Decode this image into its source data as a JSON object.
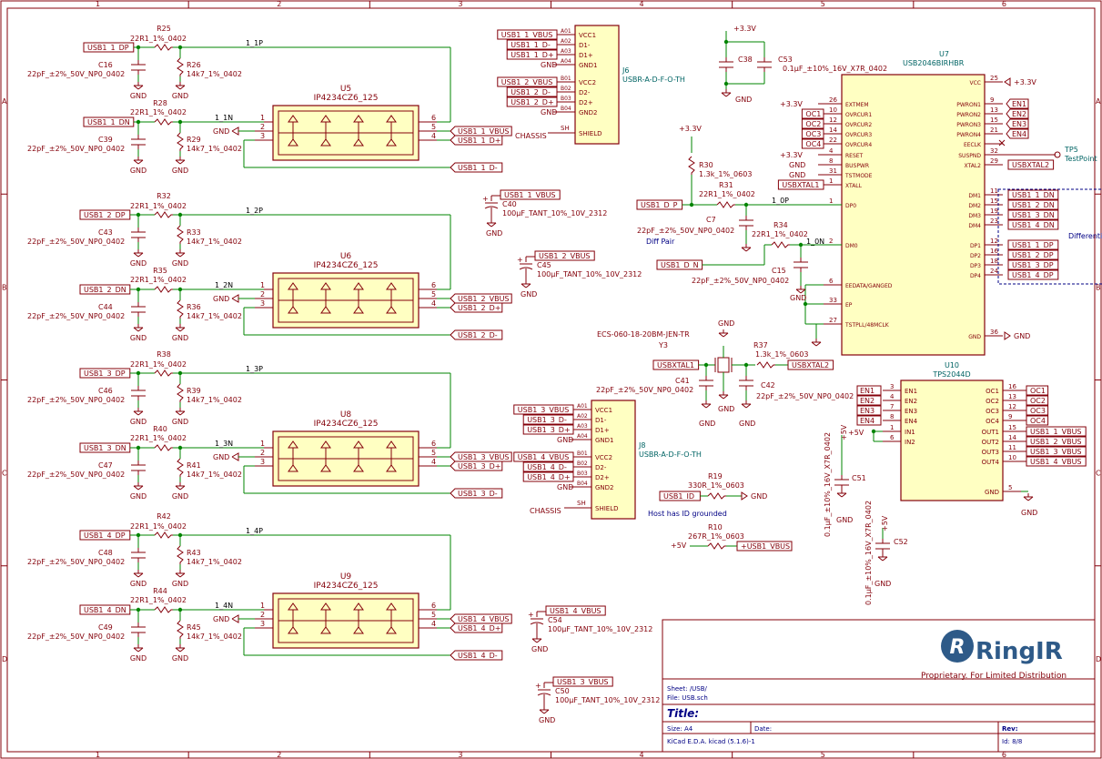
{
  "frame": {
    "columns": [
      "1",
      "2",
      "3",
      "4",
      "5",
      "6"
    ],
    "rows": [
      "A",
      "B",
      "C",
      "D"
    ]
  },
  "title_block": {
    "sheet": "Sheet: /USB/",
    "file": "File: USB.sch",
    "title_label": "Title:",
    "size": "Size: A4",
    "date": "Date:",
    "rev": "Rev:",
    "tool": "KiCad E.D.A.  kicad (5.1.6)-1",
    "id": "Id: 8/8",
    "company": "RingIR",
    "company_mark": "R",
    "notice": "Proprietary. For Limited Distribution"
  },
  "ports": [
    {
      "idx": "1",
      "dp": "USB1_1_DP",
      "dn": "USB1_1_DN",
      "c_top": "C16",
      "r_ser_top": "R25",
      "r_pd_top": "R26",
      "c_bot": "C39",
      "r_ser_bot": "R28",
      "r_pd_bot": "R29",
      "net_p": "1_1P",
      "net_n": "1_1N",
      "esd": "U5",
      "esd_part": "IP4234CZ6_125",
      "vbus": "USB1_1_VBUS",
      "dplus": "USB1_1_D+",
      "dminus": "USB1_1_D-"
    },
    {
      "idx": "2",
      "dp": "USB1_2_DP",
      "dn": "USB1_2_DN",
      "c_top": "C43",
      "r_ser_top": "R32",
      "r_pd_top": "R33",
      "c_bot": "C44",
      "r_ser_bot": "R35",
      "r_pd_bot": "R36",
      "net_p": "1_2P",
      "net_n": "1_2N",
      "esd": "U6",
      "esd_part": "IP4234CZ6_125",
      "vbus": "USB1_2_VBUS",
      "dplus": "USB1_2_D+",
      "dminus": "USB1_2_D-"
    },
    {
      "idx": "3",
      "dp": "USB1_3_DP",
      "dn": "USB1_3_DN",
      "c_top": "C46",
      "r_ser_top": "R38",
      "r_pd_top": "R39",
      "c_bot": "C47",
      "r_ser_bot": "R40",
      "r_pd_bot": "R41",
      "net_p": "1_3P",
      "net_n": "1_3N",
      "esd": "U8",
      "esd_part": "IP4234CZ6_125",
      "vbus": "USB1_3_VBUS",
      "dplus": "USB1_3_D+",
      "dminus": "USB1_3_D-"
    },
    {
      "idx": "4",
      "dp": "USB1_4_DP",
      "dn": "USB1_4_DN",
      "c_top": "C48",
      "r_ser_top": "R42",
      "r_pd_top": "R43",
      "c_bot": "C49",
      "r_ser_bot": "R44",
      "r_pd_bot": "R45",
      "net_p": "1_4P",
      "net_n": "1_4N",
      "esd": "U9",
      "esd_part": "IP4234CZ6_125",
      "vbus": "USB1_4_VBUS",
      "dplus": "USB1_4_D+",
      "dminus": "USB1_4_D-"
    }
  ],
  "values": {
    "cap22p": "22pF_±2%_50V_NP0_0402",
    "r22": "22R1_1%_0402",
    "r14k": "14k7_1%_0402",
    "tant": "100μF_TANT_10%_10V_2312",
    "cap100n": "0.1μF_±10%_16V_X7R_0402",
    "gnd": "GND",
    "p33": "+3.3V",
    "p5": "+5V",
    "chassis": "CHASSIS"
  },
  "connectors": {
    "j6": {
      "ref": "J6",
      "part": "USBR-A-D-F-O-TH",
      "pins_a": [
        "A01",
        "A02",
        "A03",
        "A04"
      ],
      "pins_b": [
        "B01",
        "B02",
        "B03",
        "B04"
      ],
      "names_a": [
        "VCC1",
        "D1-",
        "D1+",
        "GND1"
      ],
      "names_b": [
        "VCC2",
        "D2-",
        "D2+",
        "GND2"
      ],
      "nets_a": [
        "USB1_1_VBUS",
        "USB1_1_D-",
        "USB1_1_D+",
        "GND"
      ],
      "nets_b": [
        "USB1_2_VBUS",
        "USB1_2_D-",
        "USB1_2_D+",
        "GND"
      ],
      "shield": "SHIELD",
      "shield_pin": "SH"
    },
    "j8": {
      "ref": "J8",
      "part": "USBR-A-D-F-O-TH",
      "pins_a": [
        "A01",
        "A02",
        "A03",
        "A04"
      ],
      "pins_b": [
        "B01",
        "B02",
        "B03",
        "B04"
      ],
      "names_a": [
        "VCC1",
        "D1-",
        "D1+",
        "GND1"
      ],
      "names_b": [
        "VCC2",
        "D2-",
        "D2+",
        "GND2"
      ],
      "nets_a": [
        "USB1_3_VBUS",
        "USB1_3_D-",
        "USB1_3_D+",
        "GND"
      ],
      "nets_b": [
        "USB1_4_VBUS",
        "USB1_4_D-",
        "USB1_4_D+",
        "GND"
      ],
      "shield": "SHIELD",
      "shield_pin": "SH"
    }
  },
  "bulk_caps": [
    {
      "ref": "C40",
      "net": "USB1_1_VBUS"
    },
    {
      "ref": "C45",
      "net": "USB1_2_VBUS"
    },
    {
      "ref": "C54",
      "net": "USB1_4_VBUS"
    },
    {
      "ref": "C50",
      "net": "USB1_3_VBUS"
    }
  ],
  "hub": {
    "ref": "U7",
    "part": "USB2046BIRHBR",
    "left_pins": [
      {
        "pin": "26",
        "name": "EXTMEM",
        "net": "+3.3V"
      },
      {
        "pin": "10",
        "name": "OVRCUR1",
        "net": "OC1"
      },
      {
        "pin": "12",
        "name": "OVRCUR2",
        "net": "OC2"
      },
      {
        "pin": "14",
        "name": "OVRCUR3",
        "net": "OC3"
      },
      {
        "pin": "22",
        "name": "OVRCUR4",
        "net": "OC4"
      },
      {
        "pin": "4",
        "name": "RESET",
        "net": "+3.3V"
      },
      {
        "pin": "8",
        "name": "BUSPWR",
        "net": "GND"
      },
      {
        "pin": "31",
        "name": "TSTMODE",
        "net": "GND"
      },
      {
        "pin": "1",
        "name": "XTALL",
        "net": "USBXTAL1"
      },
      {
        "pin": "1",
        "name": "DP0",
        "net": ""
      },
      {
        "pin": "2",
        "name": "DM0",
        "net": ""
      },
      {
        "pin": "6",
        "name": "EEDATA/GANGED",
        "net": ""
      },
      {
        "pin": "33",
        "name": "EP",
        "net": ""
      },
      {
        "pin": "27",
        "name": "TSTPLL/48MCLK",
        "net": ""
      }
    ],
    "right_pins": [
      {
        "pin": "25",
        "name": "VCC",
        "net": "+3.3V"
      },
      {
        "pin": "9",
        "name": "PWRON1",
        "net": "EN1"
      },
      {
        "pin": "13",
        "name": "PWRON2",
        "net": "EN2"
      },
      {
        "pin": "15",
        "name": "PWRON3",
        "net": "EN3"
      },
      {
        "pin": "21",
        "name": "PWRON4",
        "net": "EN4"
      },
      {
        "pin": "",
        "name": "EECLK",
        "net": ""
      },
      {
        "pin": "32",
        "name": "SUSPND",
        "net": ""
      },
      {
        "pin": "29",
        "name": "XTAL2",
        "net": "USBXTAL2"
      },
      {
        "pin": "11",
        "name": "DM1",
        "net": "USB1_1_DN"
      },
      {
        "pin": "15",
        "name": "DM2",
        "net": "USB1_2_DN"
      },
      {
        "pin": "19",
        "name": "DM3",
        "net": "USB1_3_DN"
      },
      {
        "pin": "23",
        "name": "DM4",
        "net": "USB1_4_DN"
      },
      {
        "pin": "12",
        "name": "DP1",
        "net": "USB1_1_DP"
      },
      {
        "pin": "16",
        "name": "DP2",
        "net": "USB1_2_DP"
      },
      {
        "pin": "18",
        "name": "DP3",
        "net": "USB1_3_DP"
      },
      {
        "pin": "24",
        "name": "DP4",
        "net": "USB1_4_DP"
      },
      {
        "pin": "36",
        "name": "GND",
        "net": "GND"
      }
    ],
    "differential": "Differenti"
  },
  "upstream": {
    "r30": {
      "ref": "R30",
      "val": "1.3k_1%_0603"
    },
    "r31": {
      "ref": "R31",
      "val": "22R1_1%_0402"
    },
    "r34": {
      "ref": "R34",
      "val": "22R1_1%_0402"
    },
    "c7": {
      "ref": "C7",
      "val": "22pF_±2%_50V_NP0_0402"
    },
    "c15": {
      "ref": "C15",
      "val": "22pF_±2%_50V_NP0_0402"
    },
    "net_p": "1_0P",
    "net_n": "1_0N",
    "dp": "USB1_D_P",
    "dn": "USB1_D_N",
    "diff": "Diff Pair",
    "tp": {
      "ref": "TP5",
      "val": "TestPoint"
    }
  },
  "crystal": {
    "ref": "Y3",
    "part": "ECS-060-18-20BM-JEN-TR",
    "r37": {
      "ref": "R37",
      "val": "1.3k_1%_0603"
    },
    "c41": {
      "ref": "C41",
      "val": "22pF_±2%_50V_NP0_0402"
    },
    "c42": {
      "ref": "C42",
      "val": "22pF_±2%_50V_NP0_0402"
    },
    "xtal1": "USBXTAL1",
    "xtal2": "USBXTAL2"
  },
  "misc": {
    "c38": "C38",
    "c53": "C53",
    "r19": {
      "ref": "R19",
      "val": "330R_1%_0603"
    },
    "r10": {
      "ref": "R10",
      "val": "267R_1%_0603"
    },
    "usb_id": "USB1_ID",
    "host_note": "Host has ID grounded",
    "vbus_link": "+USB1_VBUS",
    "c51": "C51",
    "c52": "C52"
  },
  "pwr_switch": {
    "ref": "U10",
    "part": "TPS2044D",
    "left": [
      {
        "pin": "3",
        "name": "EN1",
        "net": "EN1"
      },
      {
        "pin": "4",
        "name": "EN2",
        "net": "EN2"
      },
      {
        "pin": "7",
        "name": "EN3",
        "net": "EN3"
      },
      {
        "pin": "8",
        "name": "EN4",
        "net": "EN4"
      },
      {
        "pin": "1",
        "name": "IN1",
        "net": "+5V"
      },
      {
        "pin": "6",
        "name": "IN2",
        "net": ""
      }
    ],
    "right": [
      {
        "pin": "16",
        "name": "OC1",
        "net": "OC1"
      },
      {
        "pin": "13",
        "name": "OC2",
        "net": "OC2"
      },
      {
        "pin": "12",
        "name": "OC3",
        "net": "OC3"
      },
      {
        "pin": "9",
        "name": "OC4",
        "net": "OC4"
      },
      {
        "pin": "15",
        "name": "OUT1",
        "net": "USB1_1_VBUS"
      },
      {
        "pin": "14",
        "name": "OUT2",
        "net": "USB1_2_VBUS"
      },
      {
        "pin": "11",
        "name": "OUT3",
        "net": "USB1_3_VBUS"
      },
      {
        "pin": "10",
        "name": "OUT4",
        "net": "USB1_4_VBUS"
      },
      {
        "pin": "5",
        "name": "GND",
        "net": "GND"
      }
    ]
  }
}
